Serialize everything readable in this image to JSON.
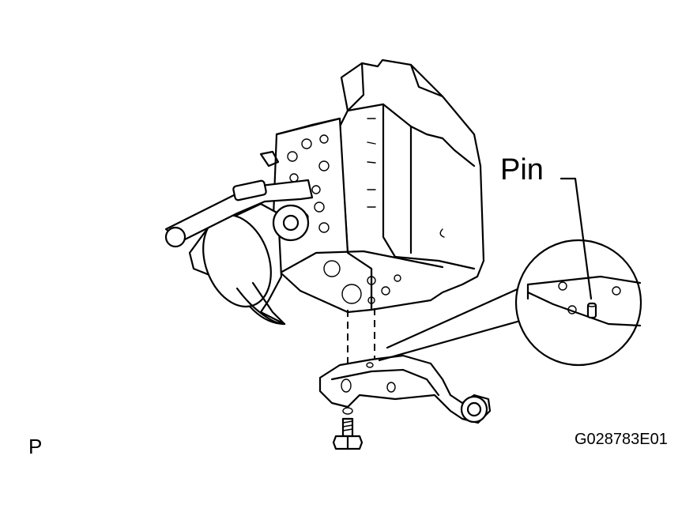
{
  "callout": {
    "label": "Pin"
  },
  "figure_code": "G028783E01",
  "corner_mark": "P",
  "colors": {
    "ink": "#000000",
    "paper": "#ffffff"
  },
  "icons": [
    "abs-actuator-assembly",
    "actuator-bracket",
    "bolt",
    "pin-detail-magnifier"
  ]
}
